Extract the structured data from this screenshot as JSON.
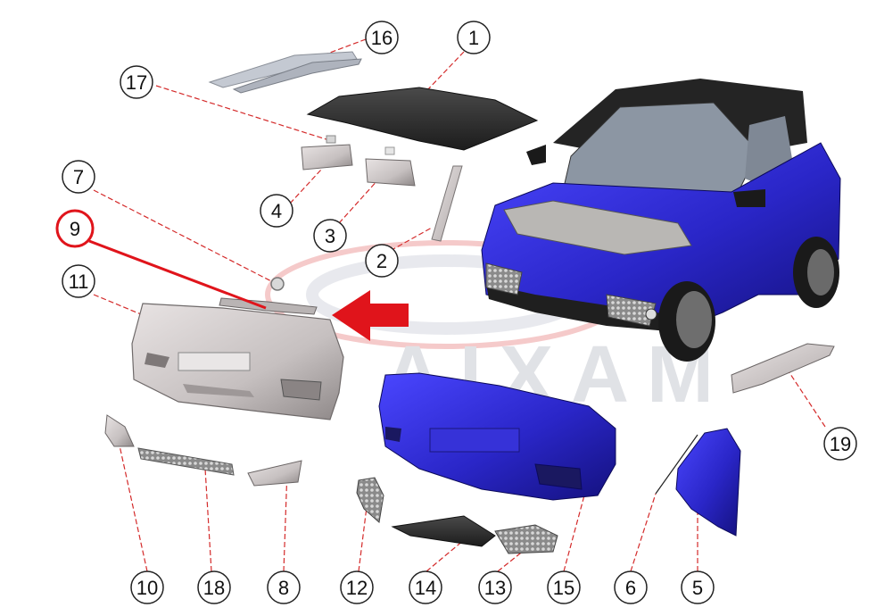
{
  "diagram": {
    "watermark_text": "AIXAM",
    "highlighted_part": "9",
    "colors": {
      "body_blue": "#2a26c8",
      "body_blue_dark": "#15128a",
      "roof_black": "#2b2b2b",
      "part_grey": "#c9c4c4",
      "highlight_red": "#e0141b",
      "leader_red": "#d42a2a"
    },
    "labels": [
      "1",
      "2",
      "3",
      "4",
      "5",
      "6",
      "7",
      "8",
      "9",
      "10",
      "11",
      "12",
      "13",
      "14",
      "15",
      "16",
      "17",
      "18",
      "19"
    ]
  }
}
